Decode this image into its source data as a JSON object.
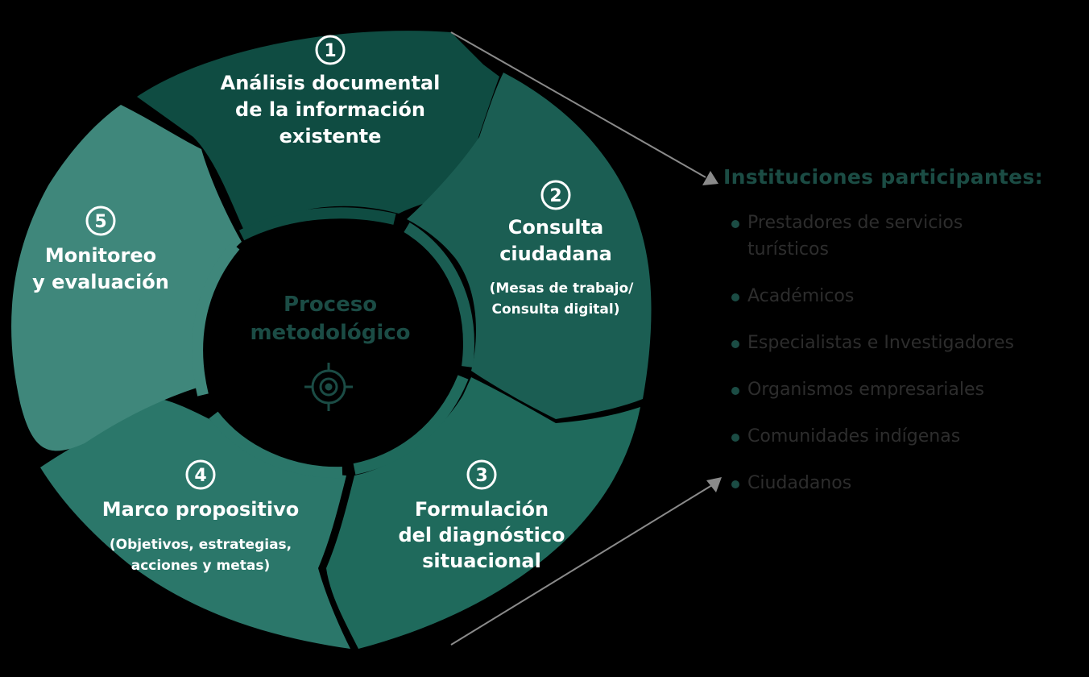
{
  "center": {
    "line1": "Proceso",
    "line2": "metodológico",
    "icon": "target-gear-icon"
  },
  "steps": [
    {
      "number": "1",
      "title_lines": [
        "Análisis documental",
        "de la información",
        "existente"
      ],
      "sub_lines": [],
      "color": "#0f4c42"
    },
    {
      "number": "2",
      "title_lines": [
        "Consulta",
        "ciudadana"
      ],
      "sub_lines": [
        "(Mesas de trabajo/",
        "Consulta digital)"
      ],
      "color": "#1b5e53"
    },
    {
      "number": "3",
      "title_lines": [
        "Formulación",
        "del diagnóstico",
        "situacional"
      ],
      "sub_lines": [],
      "color": "#1f6a5c"
    },
    {
      "number": "4",
      "title_lines": [
        "Marco propositivo"
      ],
      "sub_lines": [
        "(Objetivos, estrategias,",
        "acciones y metas)"
      ],
      "color": "#2b776a"
    },
    {
      "number": "5",
      "title_lines": [
        "Monitoreo",
        "y evaluación"
      ],
      "sub_lines": [],
      "color": "#3f877b"
    }
  ],
  "panel": {
    "title": "Instituciones participantes:",
    "items": [
      "Prestadores de servicios turísticos",
      "Académicos",
      "Especialistas e Investigadores",
      "Organismos empresariales",
      "Comunidades indígenas",
      "Ciudadanos"
    ]
  },
  "colors": {
    "background": "#000000",
    "accent_dark": "#0f4c42",
    "text_dim": "#2d2d2d",
    "center_text": "#1b4c45"
  }
}
